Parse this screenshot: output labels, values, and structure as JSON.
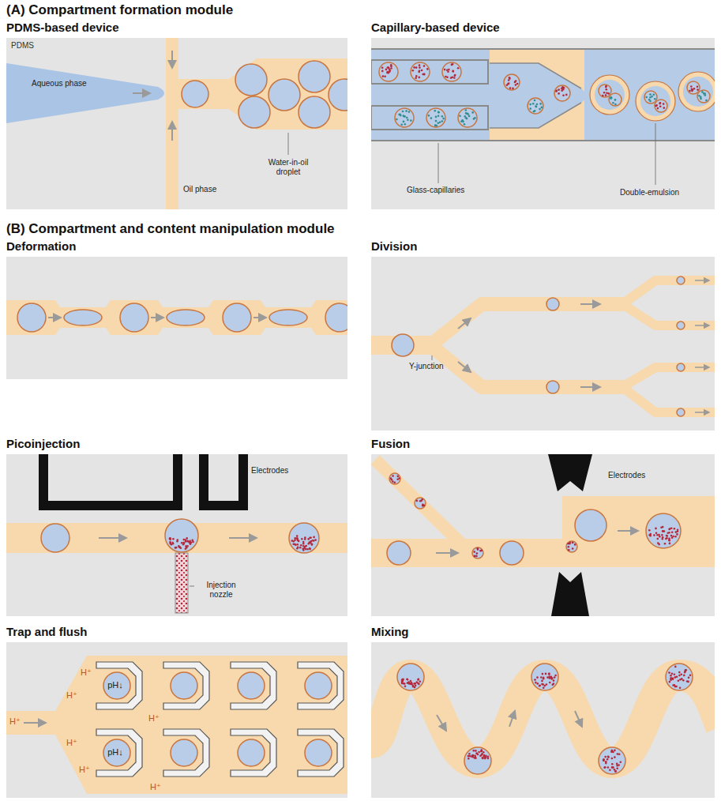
{
  "diagram": {
    "nodes": [
      {
        "text": [
          "PDMS-based device"
        ]
      },
      {
        "text": [
          "Capillary-based device"
        ]
      },
      {
        "text": [
          "Deformation"
        ]
      },
      {
        "text": [
          "Division"
        ]
      },
      {
        "text": [
          "Picoinjection"
        ]
      },
      {
        "text": [
          "Fusion"
        ]
      },
      {
        "text": [
          "Trap and flush"
        ]
      },
      {
        "text": [
          "Mixing"
        ]
      }
    ],
    "labels": [
      "(A) Compartment formation module",
      "PDMS",
      "Aqueous phase",
      "Oil phase",
      "Water-in-oil droplet",
      "Glass-capillaries",
      "Double-emulsion",
      "(B) Compartment and content manipulation module",
      "Y-junction",
      "Electrodes",
      "Injection nozzle",
      "Electrodes",
      "H⁺",
      "pH↓",
      "pH↓",
      "H⁺",
      "H⁺",
      "H⁺",
      "H⁺",
      "H⁺",
      "H⁺"
    ]
  }
}
